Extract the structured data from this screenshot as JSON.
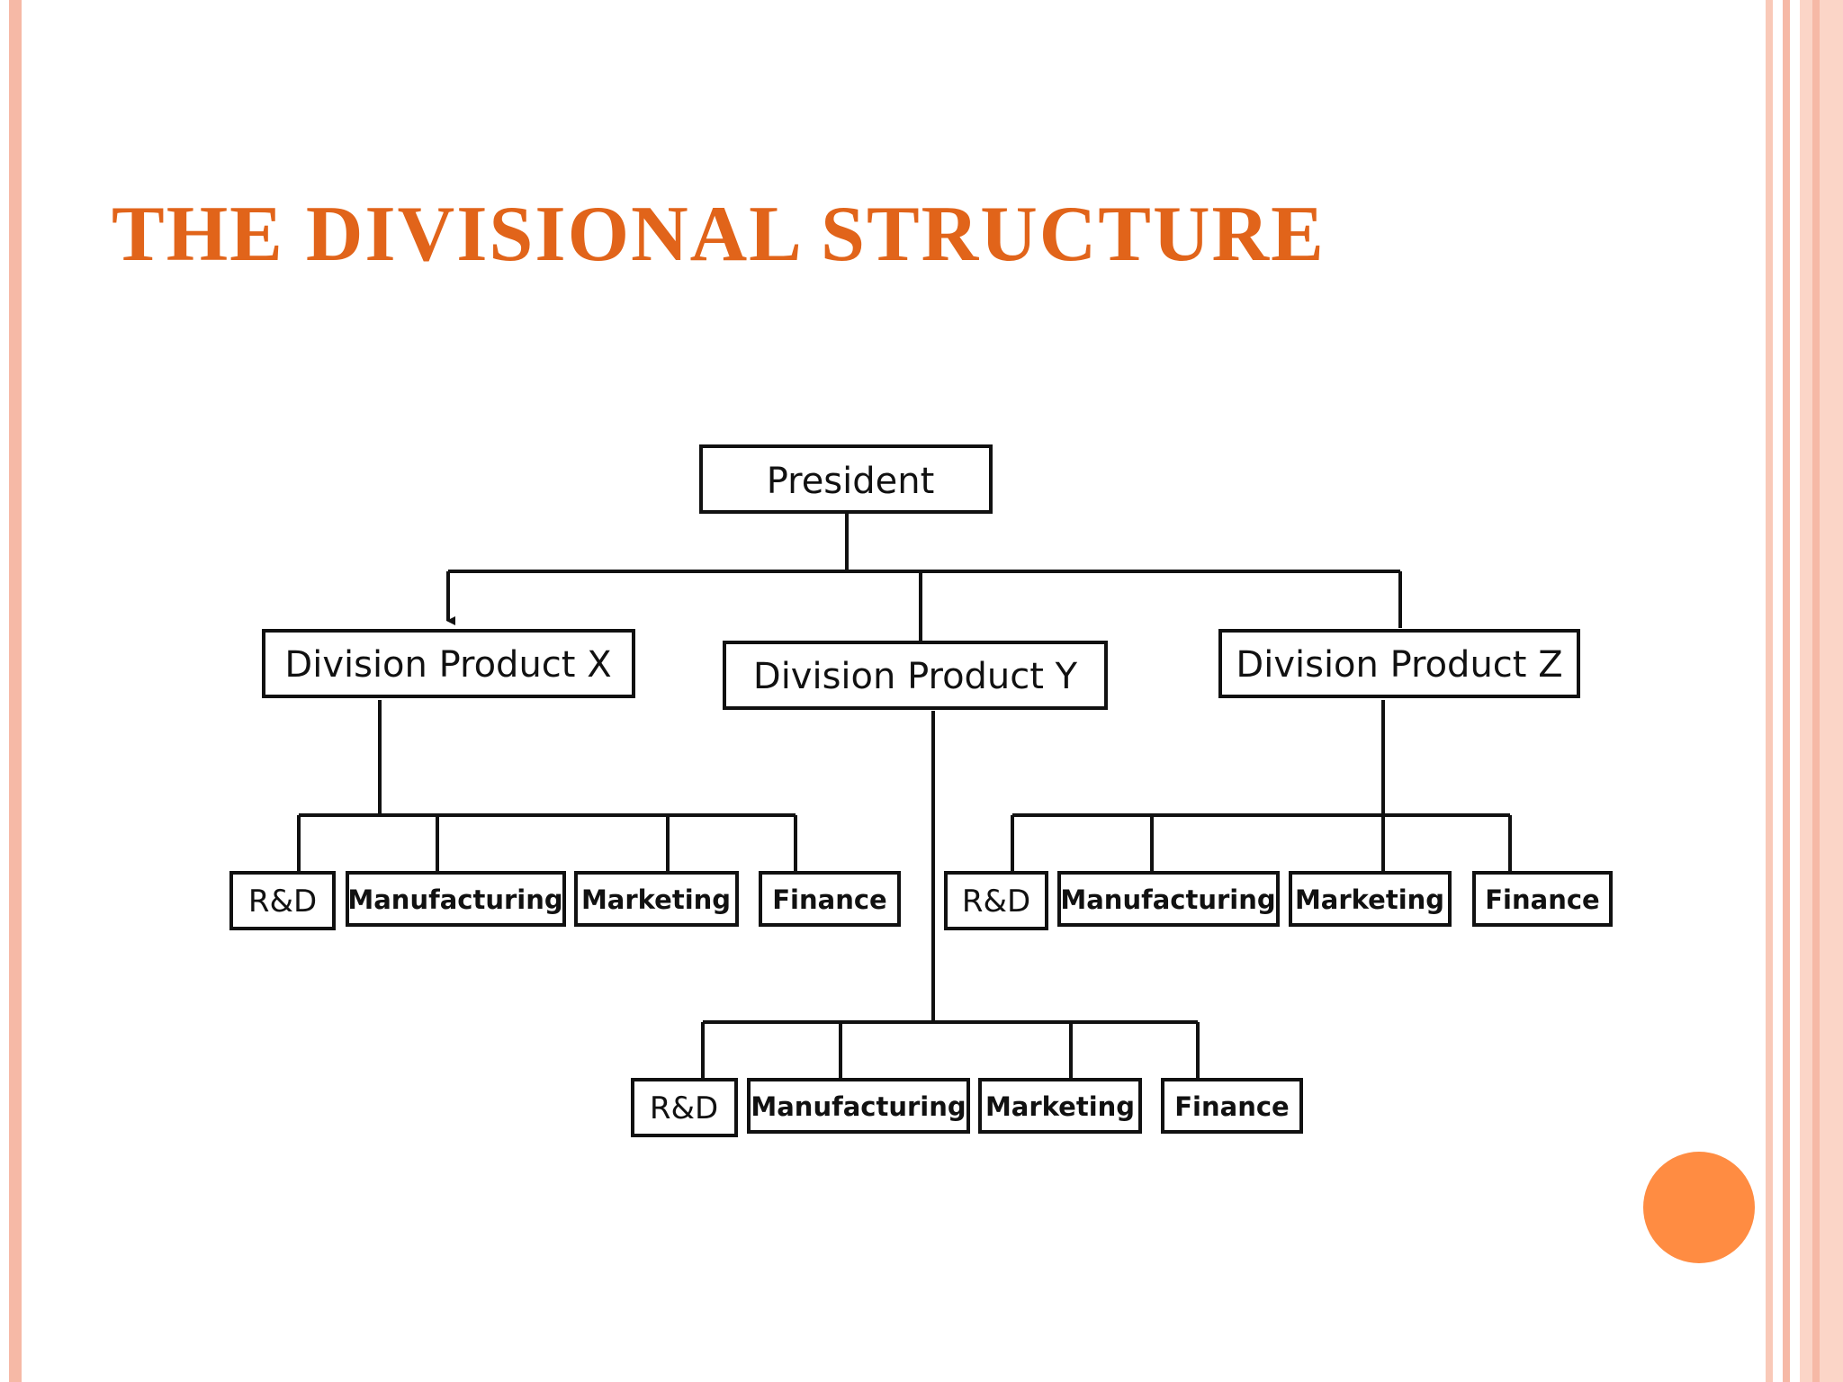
{
  "slide": {
    "title": "THE DIVISIONAL STRUCTURE",
    "accent_color": "#e1641a",
    "border_color": "#f6b9a6",
    "circle_color": "#ff8c42"
  },
  "org_chart": {
    "top": "President",
    "divisions": [
      {
        "label": "Division Product X",
        "departments": [
          "R&D",
          "Manufacturing",
          "Marketing",
          "Finance"
        ]
      },
      {
        "label": "Division Product Y",
        "departments": [
          "R&D",
          "Manufacturing",
          "Marketing",
          "Finance"
        ]
      },
      {
        "label": "Division Product Z",
        "departments": [
          "R&D",
          "Manufacturing",
          "Marketing",
          "Finance"
        ]
      }
    ]
  }
}
